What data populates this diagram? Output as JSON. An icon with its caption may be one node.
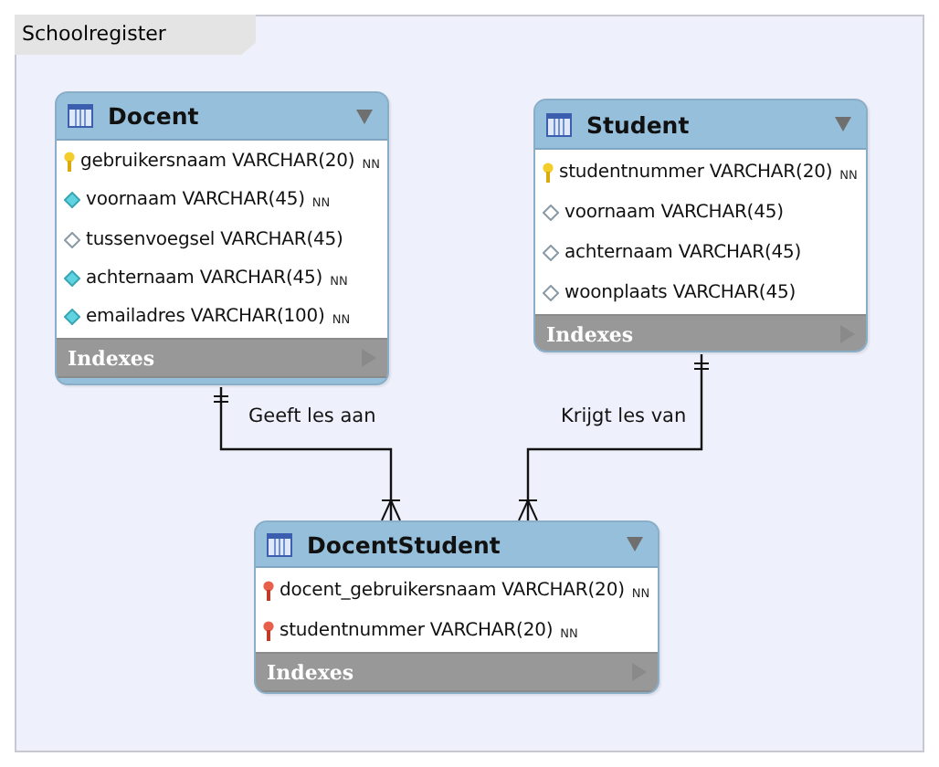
{
  "diagram": {
    "nodes": [
      {
        "text": [
          "Schoolregister"
        ]
      },
      {
        "text": [
          "Docent",
          "Indexes"
        ],
        "in": 0
      },
      {
        "text": [
          "gebruikersnaam VARCHAR(20)",
          "NN"
        ],
        "in": 1
      },
      {
        "text": [
          "voornaam VARCHAR(45)",
          "NN"
        ],
        "in": 1
      },
      {
        "text": [
          "tussenvoegsel VARCHAR(45)"
        ],
        "in": 1
      },
      {
        "text": [
          "achternaam VARCHAR(45)",
          "NN"
        ],
        "in": 1
      },
      {
        "text": [
          "emailadres VARCHAR(100)",
          "NN"
        ],
        "in": 1
      },
      {
        "text": [
          "Student",
          "Indexes"
        ],
        "in": 0
      },
      {
        "text": [
          "studentnummer VARCHAR(20)",
          "NN"
        ],
        "in": 7
      },
      {
        "text": [
          "voornaam VARCHAR(45)"
        ],
        "in": 7
      },
      {
        "text": [
          "achternaam VARCHAR(45)"
        ],
        "in": 7
      },
      {
        "text": [
          "woonplaats VARCHAR(45)"
        ],
        "in": 7
      },
      {
        "text": [
          "DocentStudent",
          "Indexes"
        ],
        "in": 0
      },
      {
        "text": [
          "docent_gebruikersnaam VARCHAR(20)",
          "NN"
        ],
        "in": 12
      },
      {
        "text": [
          "studentnummer VARCHAR(20)",
          "NN"
        ],
        "in": 12
      }
    ],
    "edges": [
      {
        "from": 1,
        "to": 12,
        "arrow": "other",
        "label": "Geeft les aan"
      },
      {
        "from": 7,
        "to": 12,
        "arrow": "other",
        "label": "Krijgt les van"
      }
    ]
  }
}
